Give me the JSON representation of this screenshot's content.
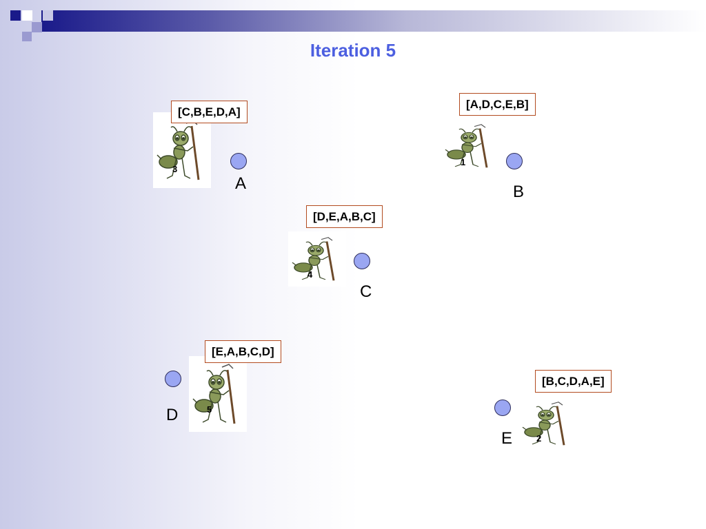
{
  "title": "Iteration 5",
  "colors": {
    "accent": "#4c5fe0",
    "node_fill": "#9aa6f2",
    "tour_border": "#b24a1e",
    "header_dark": "#1a1a8a"
  },
  "nodes": [
    {
      "id": "A",
      "label": "A"
    },
    {
      "id": "B",
      "label": "B"
    },
    {
      "id": "C",
      "label": "C"
    },
    {
      "id": "D",
      "label": "D"
    },
    {
      "id": "E",
      "label": "E"
    }
  ],
  "ants": [
    {
      "number": "1",
      "tour": "[A,D,C,E,B]",
      "icon": "ant-icon"
    },
    {
      "number": "2",
      "tour": "[B,C,D,A,E]",
      "icon": "ant-icon"
    },
    {
      "number": "3",
      "tour": "[C,B,E,D,A]",
      "icon": "ant-icon"
    },
    {
      "number": "4",
      "tour": "[D,E,A,B,C]",
      "icon": "ant-icon"
    },
    {
      "number": "5",
      "tour": "[E,A,B,C,D]",
      "icon": "ant-icon"
    }
  ]
}
